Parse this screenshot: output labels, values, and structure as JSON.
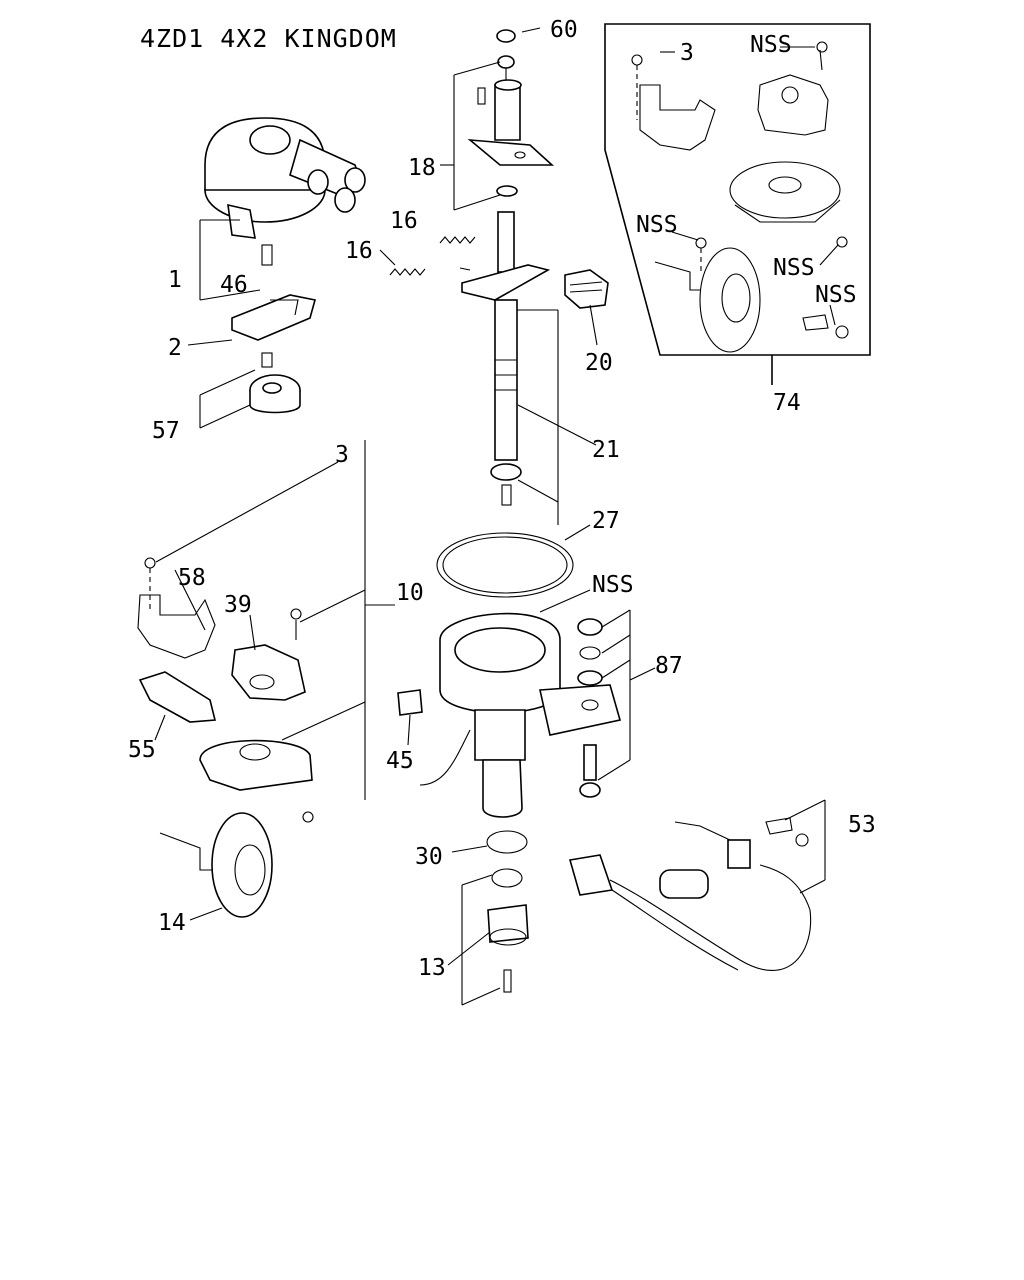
{
  "title": "4ZD1 4X2 KINGDOM",
  "labels": {
    "p60": "60",
    "p3_top": "3",
    "nss_top": "NSS",
    "p18": "18",
    "p16a": "16",
    "p16b": "16",
    "p1": "1",
    "p46": "46",
    "p2": "2",
    "p57": "57",
    "p20": "20",
    "nss_inset_a": "NSS",
    "nss_inset_b": "NSS",
    "nss_inset_c": "NSS",
    "p74": "74",
    "p21": "21",
    "p3": "3",
    "p27": "27",
    "p58": "58",
    "nss_mid": "NSS",
    "p39": "39",
    "p10": "10",
    "p87": "87",
    "p55": "55",
    "p45": "45",
    "p53": "53",
    "p30": "30",
    "p14": "14",
    "p13": "13"
  }
}
